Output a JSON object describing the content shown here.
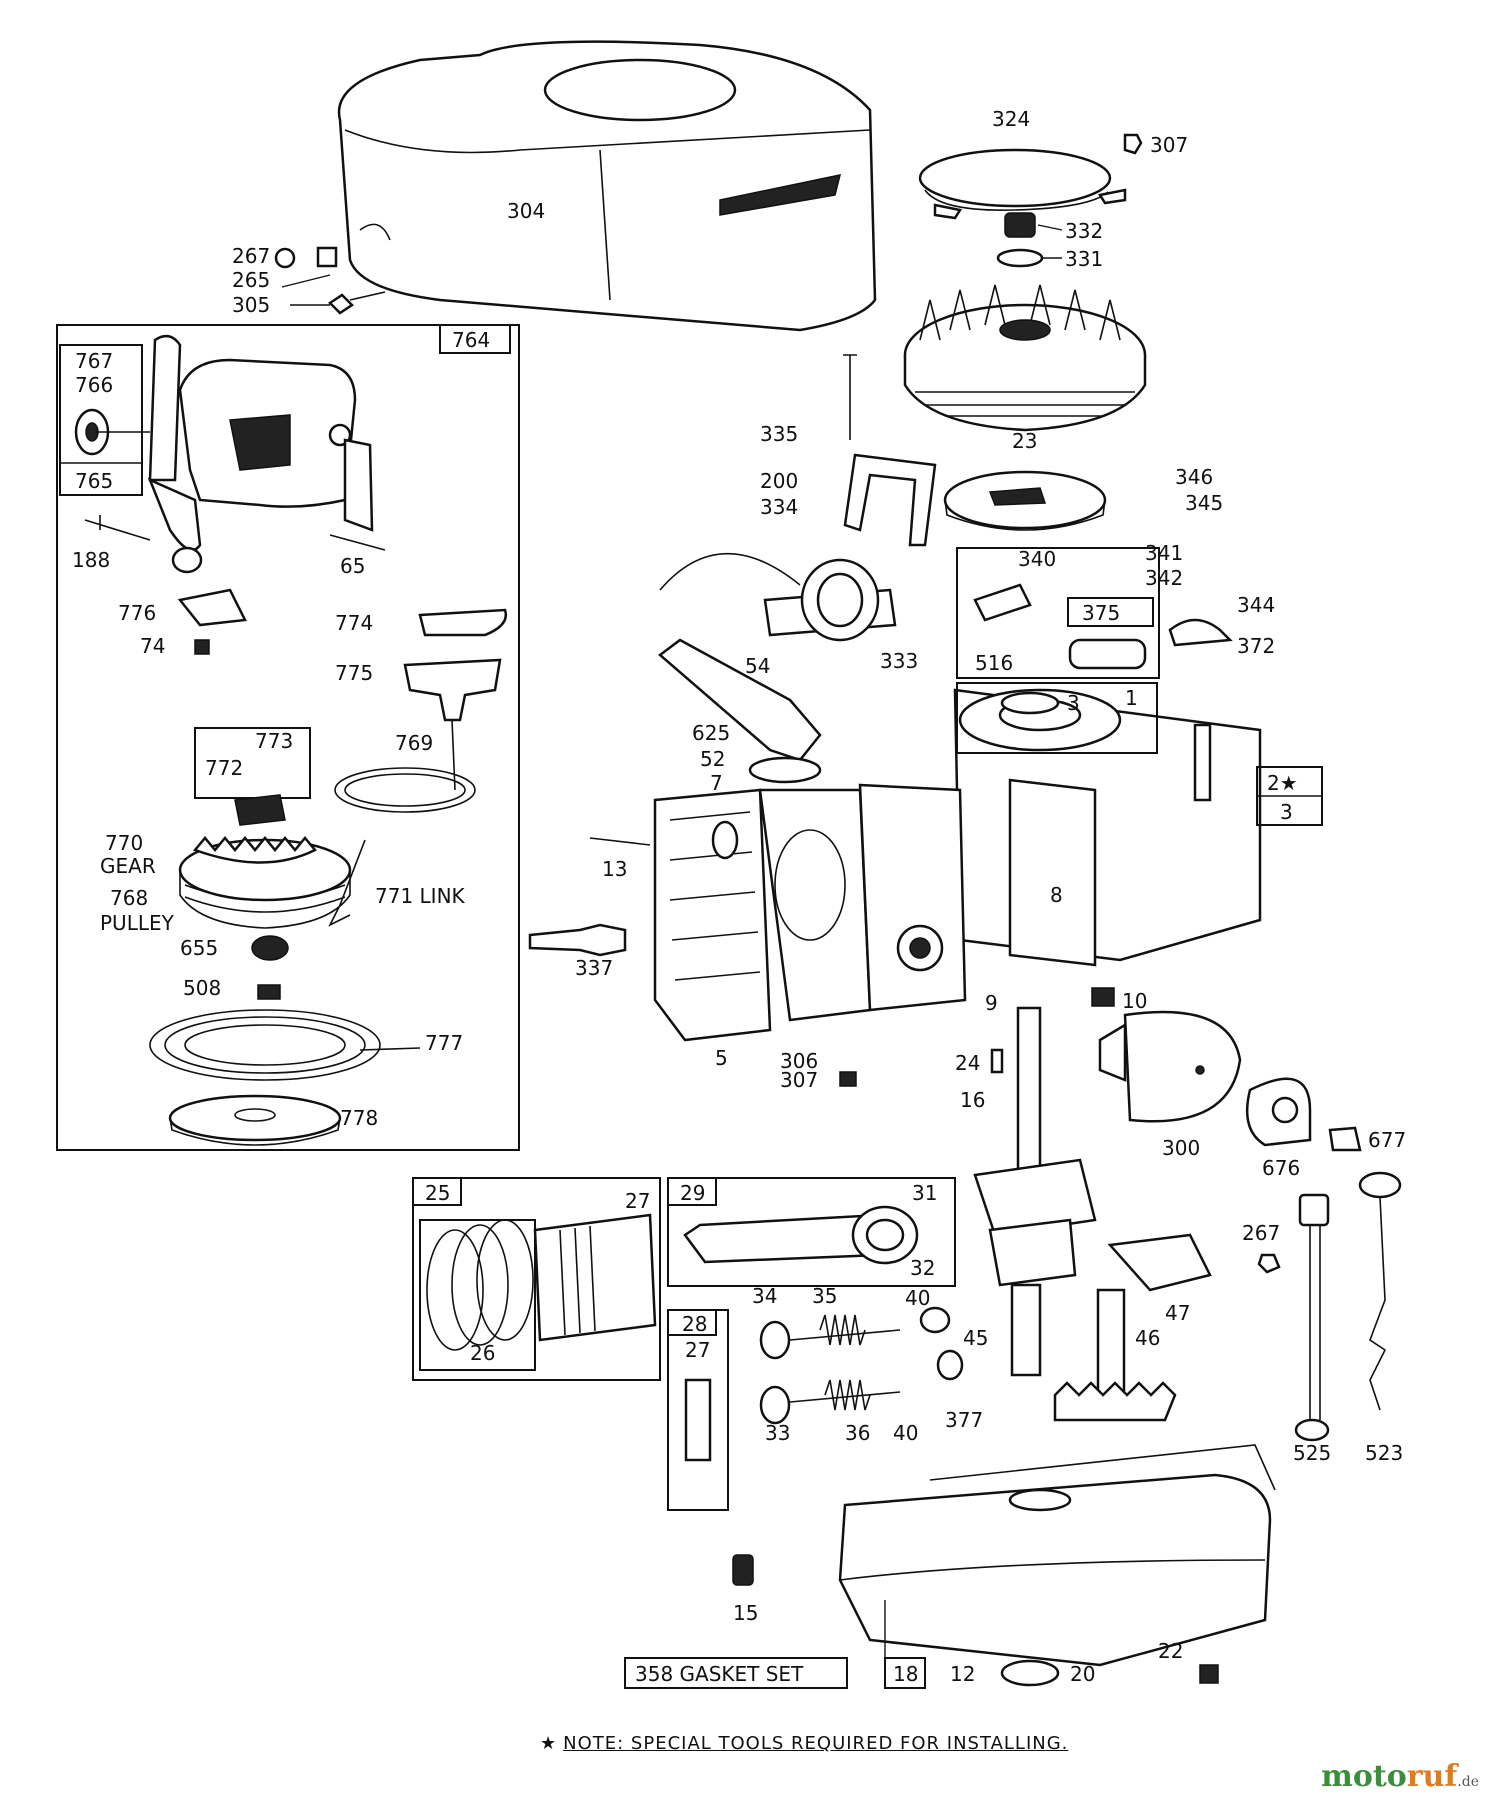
{
  "note": {
    "star": "★",
    "text": "NOTE: SPECIAL TOOLS REQUIRED FOR INSTALLING."
  },
  "brand": {
    "name": "motoruf",
    "suffix": ".de",
    "colors": {
      "moto": "#3b8f3b",
      "ruf": "#e07b1f",
      "de": "#555555"
    }
  },
  "labels": {
    "p304": "304",
    "p267a": "267",
    "p265": "265",
    "p305": "305",
    "p324": "324",
    "p307a": "307",
    "p332": "332",
    "p331": "331",
    "p23": "23",
    "p764": "764",
    "p767": "767",
    "p766": "766",
    "p765": "765",
    "p188": "188",
    "p65": "65",
    "p776": "776",
    "p74": "74",
    "p774": "774",
    "p775": "775",
    "p773": "773",
    "p772": "772",
    "p769": "769",
    "p770": "770",
    "gear": "GEAR",
    "p768": "768",
    "pulley": "PULLEY",
    "p771": "771 LINK",
    "p655": "655",
    "p508": "508",
    "p777": "777",
    "p778": "778",
    "p335": "335",
    "p200": "200",
    "p334": "334",
    "p333": "333",
    "p346": "346",
    "p345": "345",
    "p340": "340",
    "p341": "341",
    "p342": "342",
    "p375": "375",
    "p344": "344",
    "p372": "372",
    "p516": "516",
    "p54": "54",
    "p625": "625",
    "p52": "52",
    "p7": "7",
    "p3a": "3",
    "p1": "1",
    "p2": "2★",
    "p3b": "3",
    "p13": "13",
    "p8": "8",
    "p337": "337",
    "p9": "9",
    "p10": "10",
    "p5": "5",
    "p306": "306",
    "p307b": "307",
    "p24": "24",
    "p16": "16",
    "p300": "300",
    "p676": "676",
    "p677": "677",
    "p25": "25",
    "p27a": "27",
    "p26": "26",
    "p29": "29",
    "p31": "31",
    "p32": "32",
    "p34": "34",
    "p35": "35",
    "p40a": "40",
    "p45": "45",
    "p28": "28",
    "p27b": "27",
    "p33": "33",
    "p36": "36",
    "p40b": "40",
    "p377": "377",
    "p47": "47",
    "p46": "46",
    "p267b": "267",
    "p525": "525",
    "p523": "523",
    "p15": "15",
    "p358": "358 GASKET SET",
    "p18": "18",
    "p12": "12",
    "p20": "20",
    "p22": "22"
  }
}
